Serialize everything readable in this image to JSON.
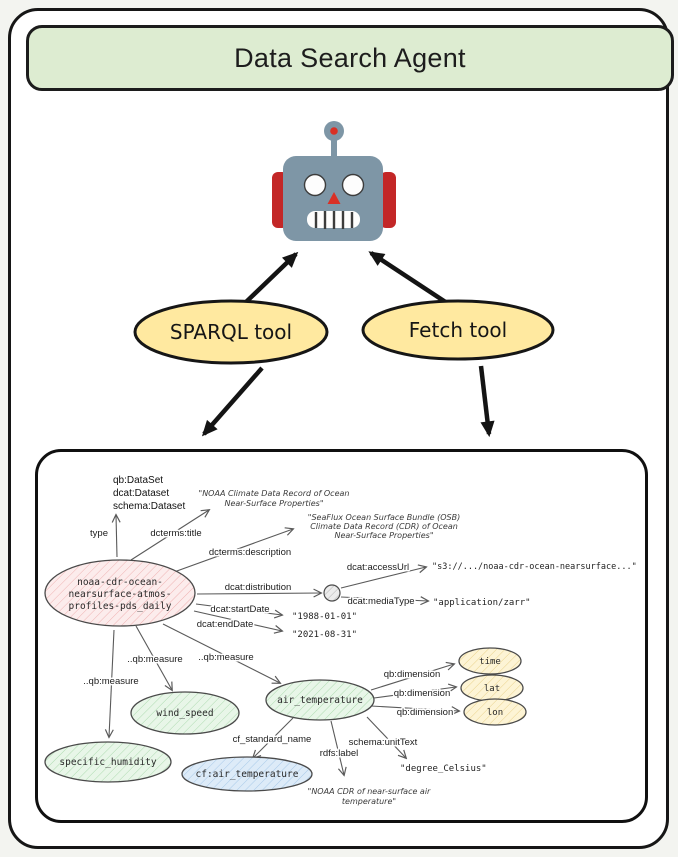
{
  "header": {
    "title": "Data Search Agent"
  },
  "colors": {
    "header_bg": "#ddecd1",
    "tool_fill": "#ffe9a0",
    "node_pink": "#fcecec",
    "node_green": "#e6f5e6",
    "node_blue": "#ddebf8",
    "node_cream": "#fdf4d5",
    "node_gray": "#ececec",
    "robot_gray": "#7e96a6",
    "accent_red": "#cf2b2b",
    "border_dark": "#161616"
  },
  "tools": {
    "sparql_label": "SPARQL tool",
    "fetch_label": "Fetch tool"
  },
  "graph": {
    "dataset_node": {
      "line1": "noaa-cdr-ocean-",
      "line2": "nearsurface-atmos-",
      "line3": "profiles-pds_daily"
    },
    "type_values": {
      "line1": "qb:DataSet",
      "line2": "dcat:Dataset",
      "line3": "schema:Dataset"
    },
    "edge_labels": {
      "type": "type",
      "title": "dcterms:title",
      "description": "dcterms:description",
      "distribution": "dcat:distribution",
      "access_url": "dcat:accessUrl",
      "media_type": "dcat:mediaType",
      "start_date": "dcat:startDate",
      "end_date": "dcat:endDate",
      "measure1": "..qb:measure",
      "measure2": "..qb:measure",
      "measure3": "..qb:measure",
      "dimension1": "qb:dimension",
      "dimension2": "qb:dimension",
      "dimension3": "qb:dimension",
      "cf_standard_name": "cf_standard_name",
      "rdfs_label": "rdfs:label",
      "unit_text": "schema:unitText"
    },
    "nodes": {
      "wind_speed": "wind_speed",
      "specific_humidity": "specific_humidity",
      "air_temperature": "air_temperature",
      "cf_air_temperature": "cf:air_temperature",
      "time": "time",
      "lat": "lat",
      "lon": "lon"
    },
    "literals": {
      "title_line1": "\"NOAA Climate Data Record of Ocean",
      "title_line2": "Near-Surface Properties\"",
      "desc_line1": "\"SeaFlux Ocean Surface Bundle (OSB)",
      "desc_line2": "Climate Data Record (CDR) of Ocean",
      "desc_line3": "Near-Surface Properties\"",
      "access_url": "\"s3://.../noaa-cdr-ocean-nearsurface...\"",
      "media_type": "\"application/zarr\"",
      "start_date": "\"1988-01-01\"",
      "end_date": "\"2021-08-31\"",
      "unit_text": "\"degree_Celsius\"",
      "label_line1": "\"NOAA CDR of near-surface air",
      "label_line2": "temperature\""
    }
  }
}
